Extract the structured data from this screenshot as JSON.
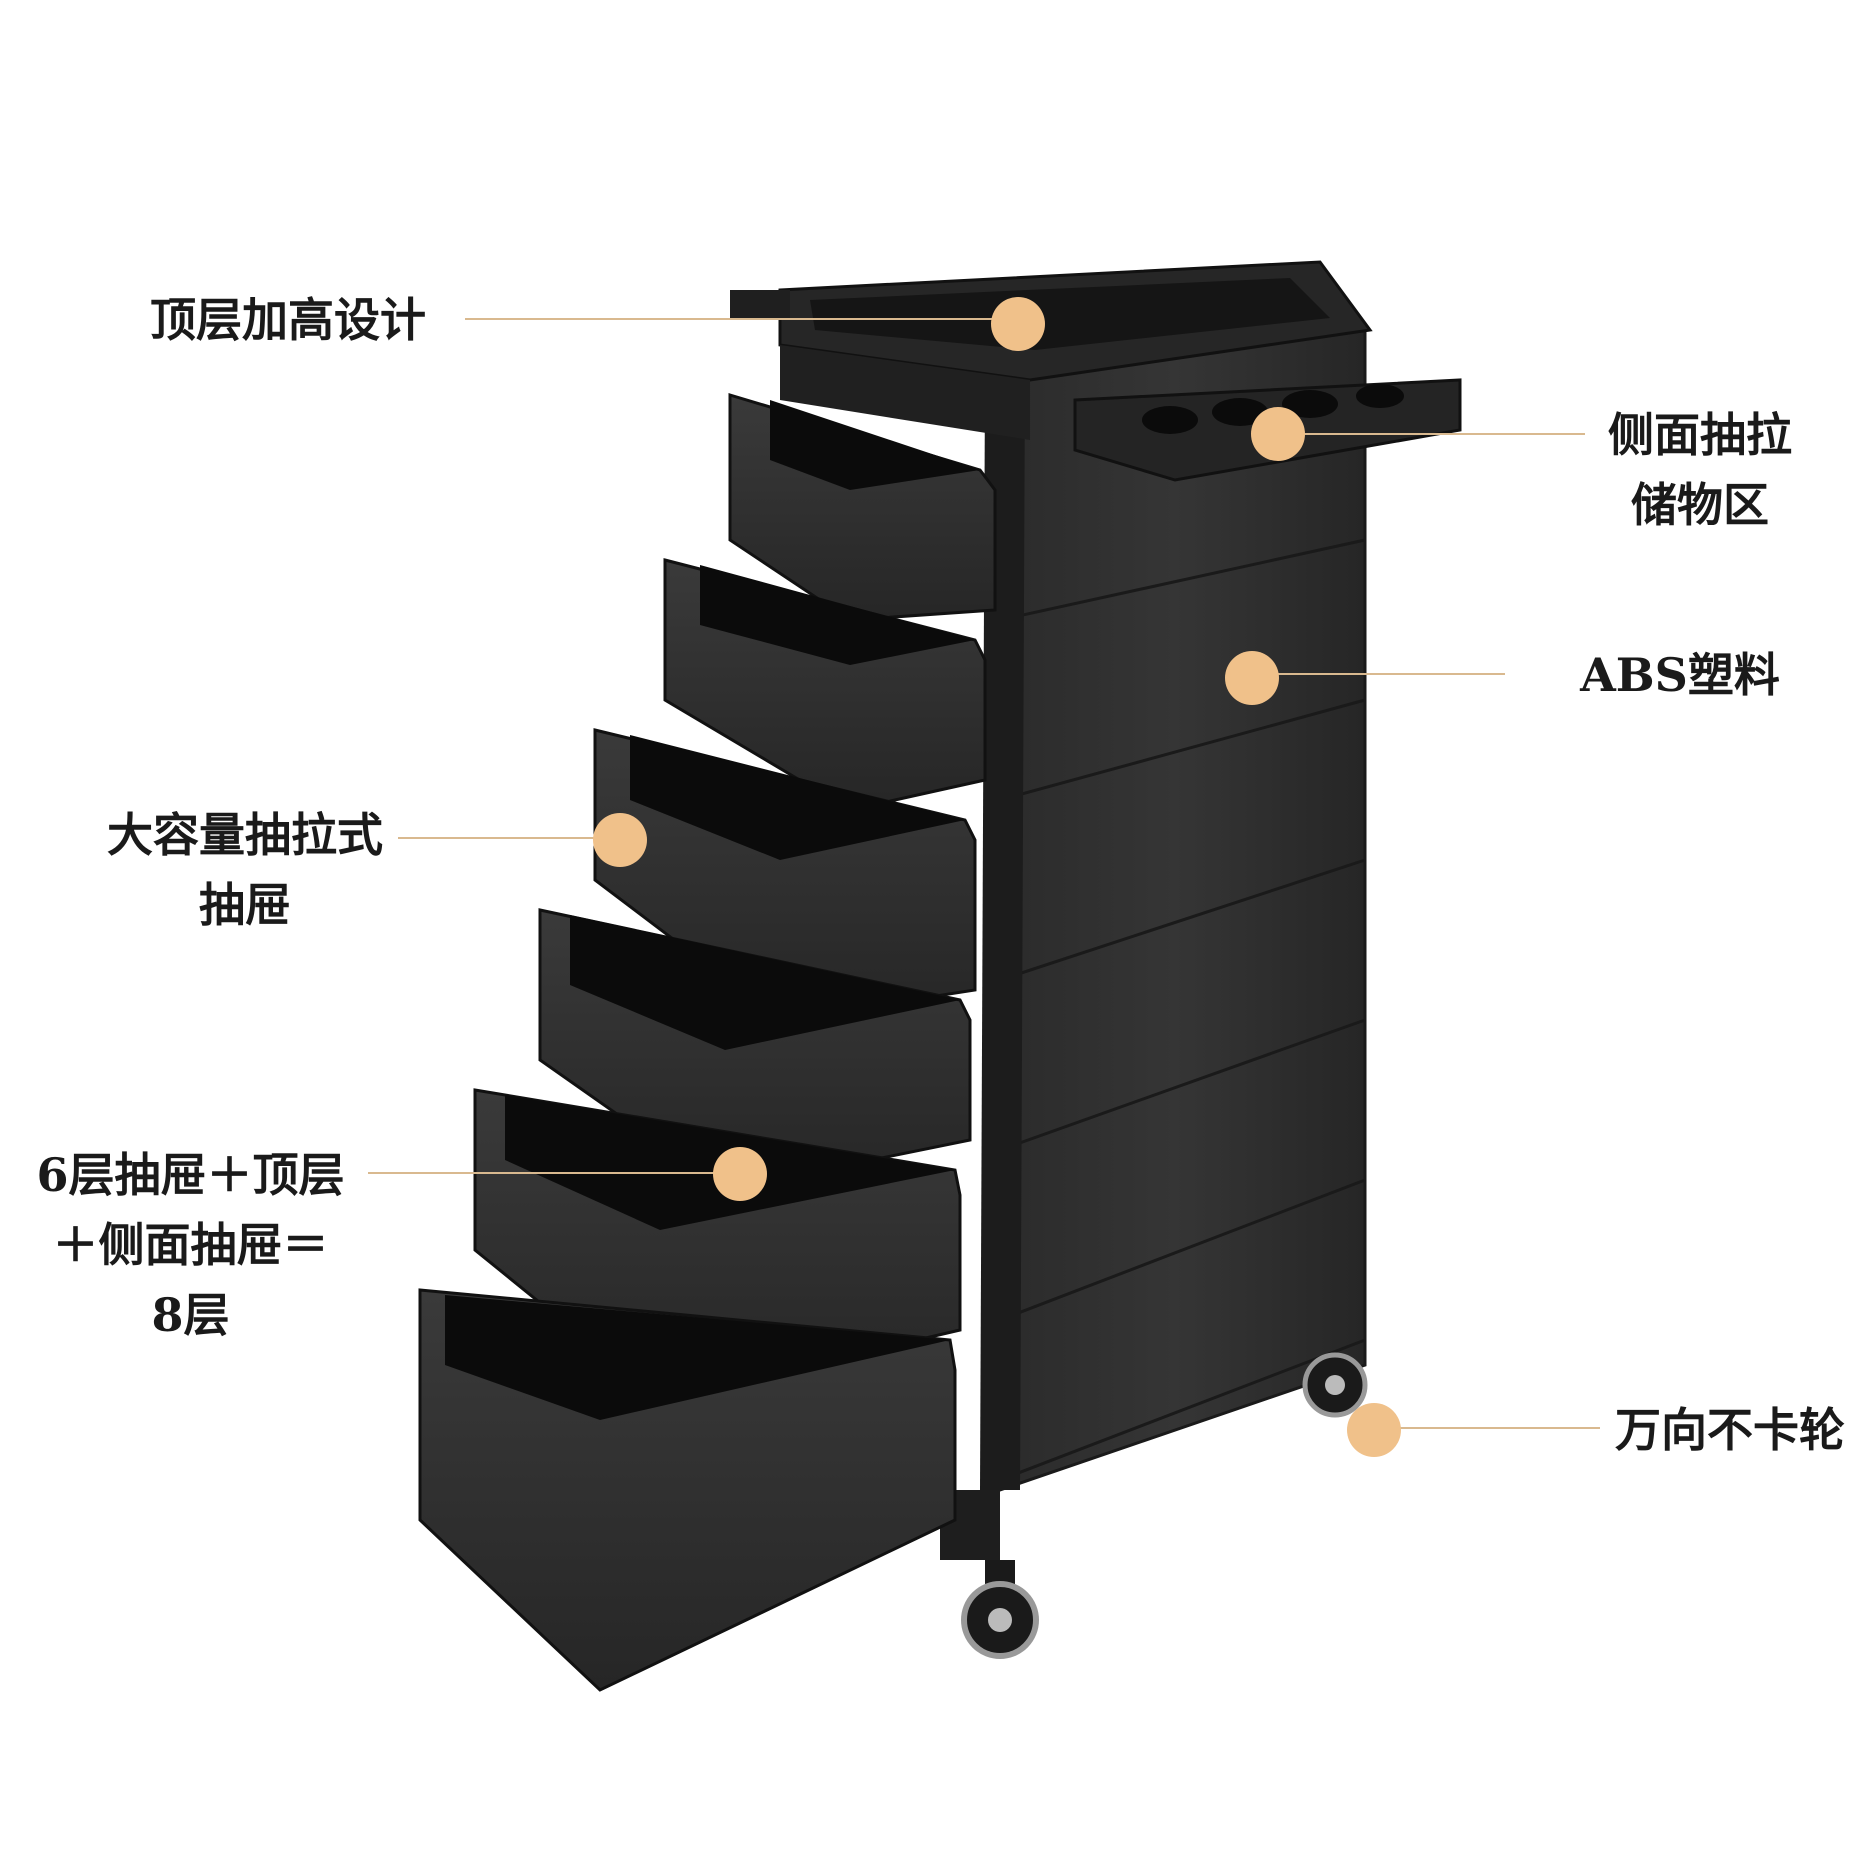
{
  "colors": {
    "dot": "#f0c18a",
    "leader": "#d9b98f",
    "cart_body": "#232323",
    "cart_face": "#2d2d2d",
    "drawer_inside": "#0b0b0b",
    "label_text": "#1a1a1a"
  },
  "annotations": [
    {
      "id": "top-tray",
      "text": "顶层加高设计"
    },
    {
      "id": "side-drawer",
      "text": "侧面抽拉\n储物区"
    },
    {
      "id": "abs-plastic",
      "text": "ABS塑料"
    },
    {
      "id": "large-drawers",
      "text": "大容量抽拉式\n抽屉"
    },
    {
      "id": "layer-count",
      "text": "6层抽屉＋顶层\n＋侧面抽屉＝\n8层"
    },
    {
      "id": "casters",
      "text": "万向不卡轮"
    }
  ]
}
